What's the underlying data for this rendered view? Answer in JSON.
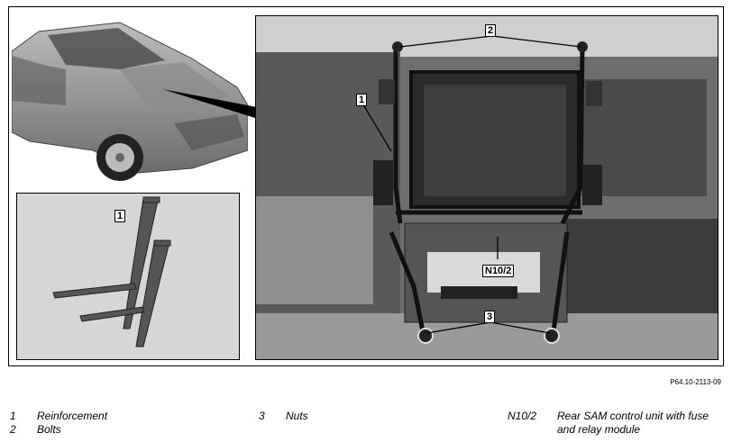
{
  "figure": {
    "callouts": {
      "reinforcement_inset": "1",
      "reinforcement_photo": "1",
      "bolts": "2",
      "nuts": "3",
      "control_unit": "N10/2"
    },
    "reference": "P64.10-2113-09"
  },
  "legend": [
    {
      "key": "1",
      "text": "Reinforcement"
    },
    {
      "key": "2",
      "text": "Bolts"
    },
    {
      "key": "3",
      "text": "Nuts"
    },
    {
      "key": "N10/2",
      "text_line1": "Rear SAM control unit with fuse",
      "text_line2": "and relay module"
    }
  ]
}
